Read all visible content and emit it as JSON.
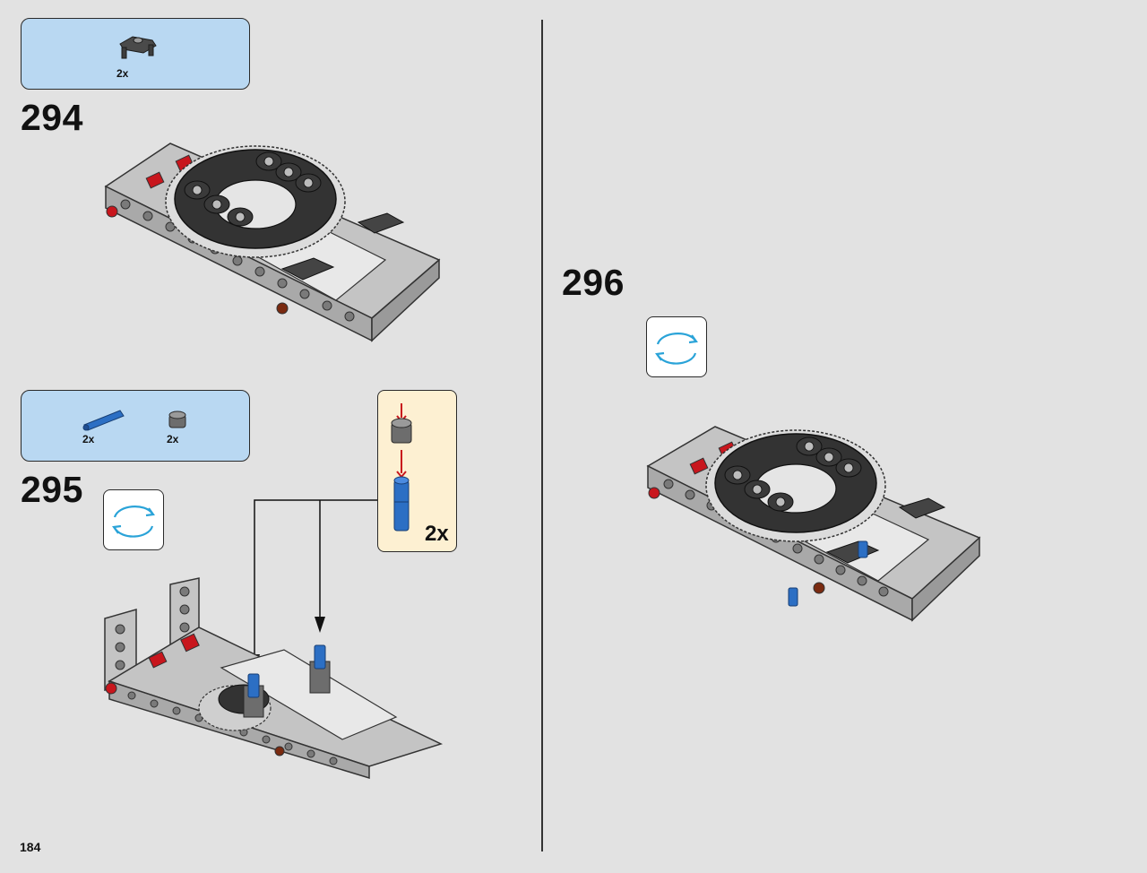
{
  "page": {
    "number": "184"
  },
  "steps": [
    {
      "number": "294",
      "parts": [
        {
          "qty": "2x",
          "part": "dark-gray-connector-icon"
        }
      ]
    },
    {
      "number": "295",
      "parts": [
        {
          "qty": "2x",
          "part": "blue-axle-pin-icon"
        },
        {
          "qty": "2x",
          "part": "gray-bush-icon"
        }
      ],
      "sub_assembly": {
        "qty": "2x"
      },
      "rotate_model": true
    },
    {
      "number": "296",
      "rotate_model": true
    }
  ],
  "colors": {
    "background": "#e2e2e2",
    "parts_panel": "#b9d8f2",
    "subassembly_panel": "#fdf0d2",
    "rotate_arrow": "#2aa3d8",
    "frame_gray": "#bdbdbd",
    "turntable_black": "#333333",
    "accent_red": "#c8161d",
    "accent_blue": "#2c6fc4"
  }
}
